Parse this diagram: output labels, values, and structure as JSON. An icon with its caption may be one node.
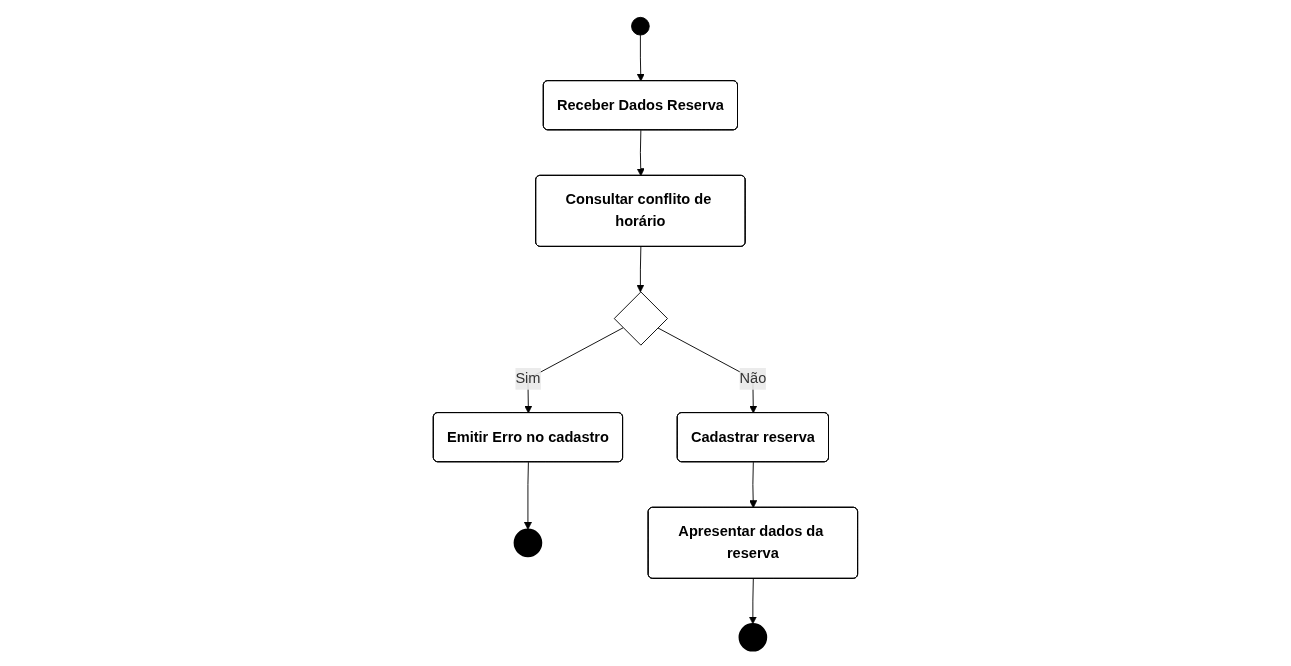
{
  "diagram": {
    "nodes": [
      {
        "text": [],
        "shape": "circle"
      },
      {
        "text": [
          "Receber Dados Reserva"
        ]
      },
      {
        "text": [
          "Consultar conflito de horário"
        ]
      },
      {
        "text": [],
        "shape": "diamond"
      },
      {
        "text": [
          "Cadastrar reserva"
        ]
      },
      {
        "text": [
          "Emitir Erro no cadastro"
        ]
      },
      {
        "text": [],
        "shape": "circle"
      },
      {
        "text": [
          "Apresentar dados da reserva"
        ]
      },
      {
        "text": [],
        "shape": "circle"
      }
    ],
    "edges": [
      {
        "from": 0,
        "to": 1,
        "arrow": "to"
      },
      {
        "from": 1,
        "to": 2,
        "arrow": "to"
      },
      {
        "from": 2,
        "to": 3,
        "arrow": "to"
      },
      {
        "from": 3,
        "to": 4,
        "label": "Não",
        "arrow": "to"
      },
      {
        "from": 3,
        "to": 5,
        "label": "Sim",
        "arrow": "to"
      },
      {
        "from": 5,
        "to": 6,
        "arrow": "to"
      },
      {
        "from": 4,
        "to": 7,
        "arrow": "to"
      },
      {
        "from": 7,
        "to": 8,
        "arrow": "to"
      }
    ]
  }
}
